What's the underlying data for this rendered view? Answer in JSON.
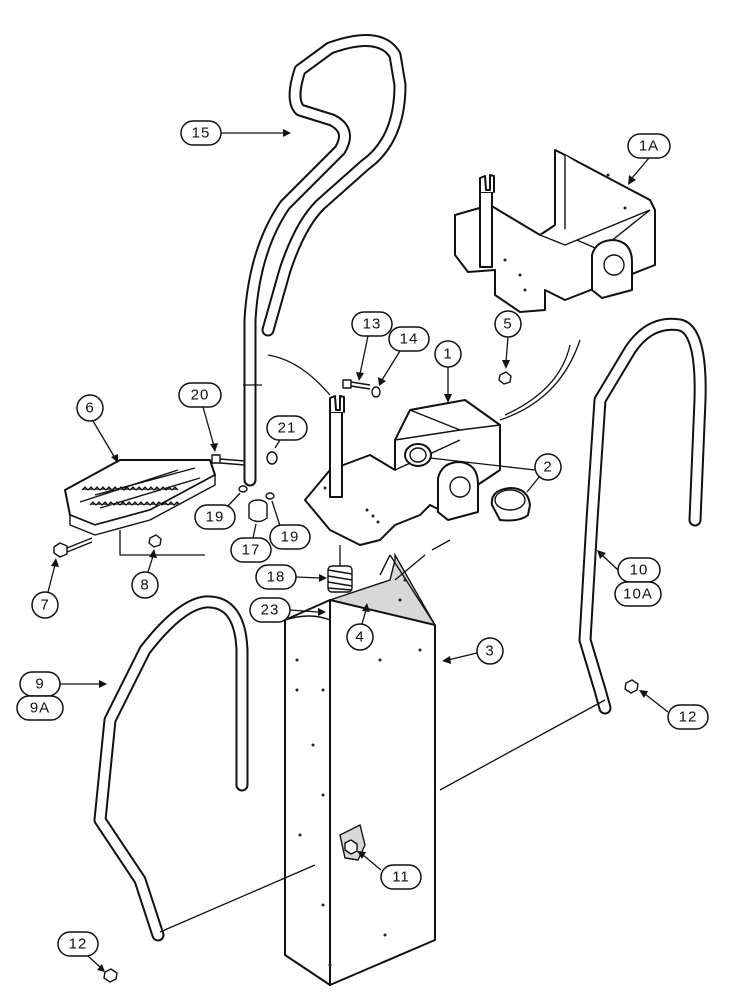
{
  "callouts": {
    "c15": "15",
    "c1a": "1A",
    "c13": "13",
    "c14": "14",
    "c5": "5",
    "c1": "1",
    "c20": "20",
    "c6": "6",
    "c21": "21",
    "c2": "2",
    "c19a": "19",
    "c19b": "19",
    "c17": "17",
    "c7": "7",
    "c8": "8",
    "c18": "18",
    "c10": "10",
    "c10a": "10A",
    "c23": "23",
    "c4": "4",
    "c3": "3",
    "c9": "9",
    "c9a": "9A",
    "c12a": "12",
    "c11": "11",
    "c12b": "12"
  },
  "colors": {
    "line": "#111111",
    "background": "#ffffff",
    "shade": "#d8d8d8"
  }
}
